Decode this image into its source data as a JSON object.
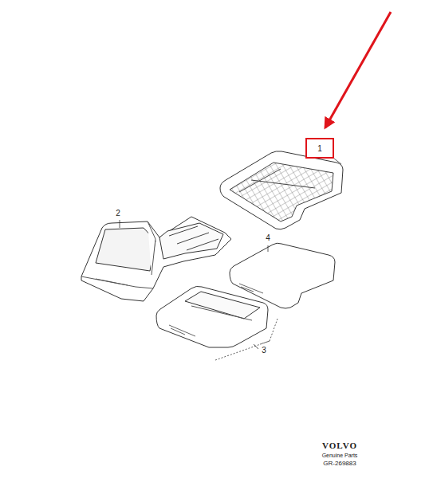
{
  "diagram": {
    "nodes": [
      {
        "text": [
          "1"
        ]
      }
    ],
    "labels": [
      "2",
      "3",
      "4",
      "VOLVO",
      "Genuine Parts",
      "GR-269883"
    ]
  }
}
